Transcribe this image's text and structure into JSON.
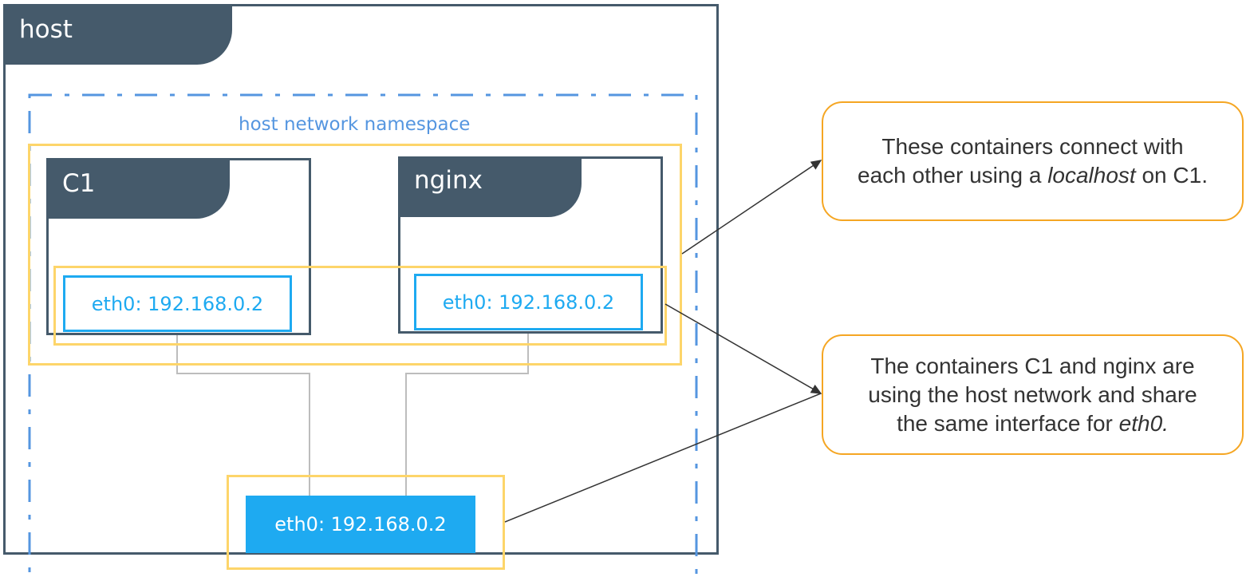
{
  "host": {
    "label": "host"
  },
  "namespace": {
    "label": "host network namespace"
  },
  "containers": [
    {
      "name": "C1",
      "eth": "eth0: 192.168.0.2"
    },
    {
      "name": "nginx",
      "eth": "eth0: 192.168.0.2"
    }
  ],
  "host_interface": {
    "eth": "eth0: 192.168.0.2"
  },
  "callouts": {
    "top": {
      "line1": "These containers connect with",
      "line2_pre": "each other using a ",
      "line2_em": "localhost",
      "line2_post": " on C1."
    },
    "bottom": {
      "line1": "The containers C1 and nginx are",
      "line2": "using the host network and share",
      "line3_pre": "the same interface for ",
      "line3_em": "eth0."
    }
  },
  "colors": {
    "frame": "#455a6b",
    "interface": "#1eaaf1",
    "namespace": "#5596e0",
    "highlight": "#fdd56a",
    "callout_border": "#f5a623"
  }
}
